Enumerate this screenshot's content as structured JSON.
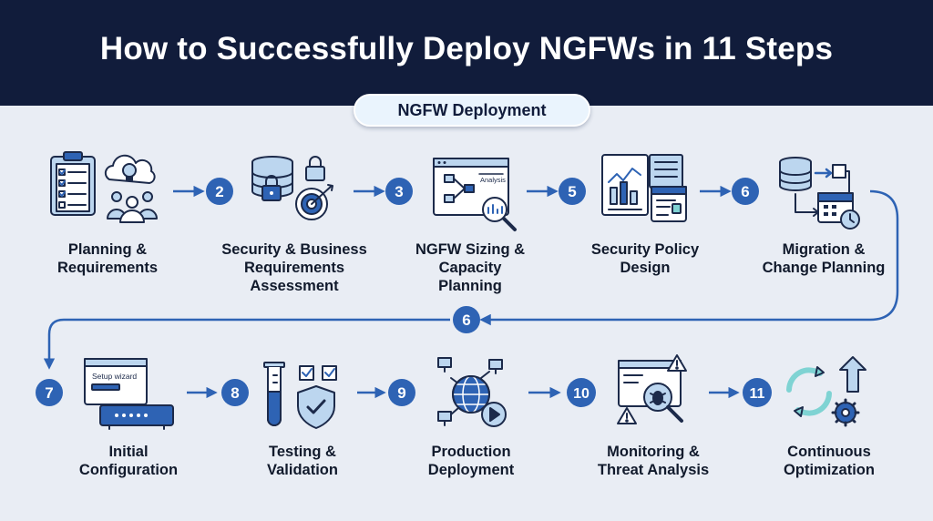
{
  "title": "How to Successfully Deploy NGFWs in 11 Steps",
  "badge": "NGFW Deployment",
  "colors": {
    "header_bg": "#111c3b",
    "background": "#e9edf4",
    "accent": "#2e63b4",
    "icon_fill": "#bcd6ef",
    "icon_stroke": "#1c2a4a",
    "teal": "#7fd3d3"
  },
  "steps": [
    {
      "label_lines": [
        "Planning &",
        "Requirements"
      ],
      "icon": "clipboard-checklist-icon"
    },
    {
      "number": "2",
      "label_lines": [
        "Security & Business",
        "Requirements",
        "Assessment"
      ],
      "icon": "database-target-icon"
    },
    {
      "number": "3",
      "label_lines": [
        "NGFW Sizing &",
        "Capacity",
        "Planning"
      ],
      "icon": "analysis-magnifier-icon"
    },
    {
      "number": "5",
      "label_lines": [
        "Security Policy",
        "Design"
      ],
      "icon": "policy-documents-icon"
    },
    {
      "number": "6",
      "label_lines": [
        "Migration &",
        "Change Planning"
      ],
      "icon": "migration-calendar-icon"
    },
    {
      "number": "7",
      "label_lines": [
        "Initial",
        "Configuration"
      ],
      "icon": "setup-wizard-icon",
      "icon_text": "Setup wizard"
    },
    {
      "number": "8",
      "label_lines": [
        "Testing &",
        "Validation"
      ],
      "icon": "test-tube-shield-icon"
    },
    {
      "number": "9",
      "label_lines": [
        "Production",
        "Deployment"
      ],
      "icon": "globe-network-icon"
    },
    {
      "number": "10",
      "label_lines": [
        "Monitoring &",
        "Threat Analysis"
      ],
      "icon": "threat-monitor-icon"
    },
    {
      "number": "11",
      "label_lines": [
        "Continuous",
        "Optimization"
      ],
      "icon": "optimization-cycle-icon"
    }
  ],
  "connector_number": "6",
  "analysis_label": "Analysis"
}
